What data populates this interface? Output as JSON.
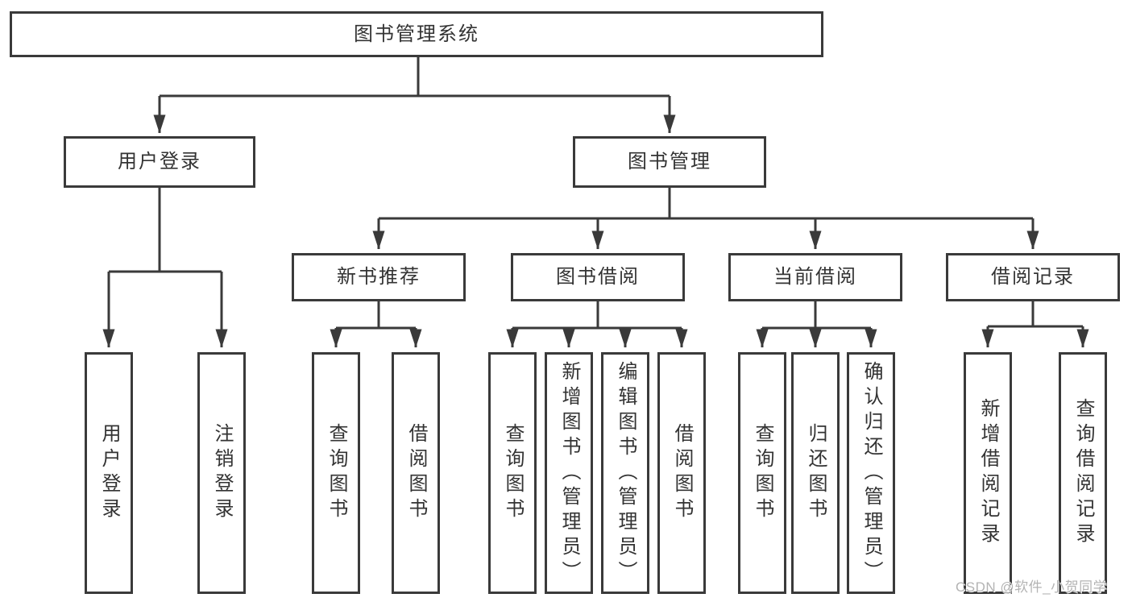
{
  "tree": {
    "label": "图书管理系统",
    "children": [
      {
        "label": "用户登录",
        "children": [
          {
            "label": "用户登录"
          },
          {
            "label": "注销登录"
          }
        ]
      },
      {
        "label": "图书管理",
        "children": [
          {
            "label": "新书推荐",
            "children": [
              {
                "label": "查询图书"
              },
              {
                "label": "借阅图书"
              }
            ]
          },
          {
            "label": "图书借阅",
            "children": [
              {
                "label": "查询图书"
              },
              {
                "label": "新增图书（管理员）"
              },
              {
                "label": "编辑图书（管理员）"
              },
              {
                "label": "借阅图书"
              }
            ]
          },
          {
            "label": "当前借阅",
            "children": [
              {
                "label": "查询图书"
              },
              {
                "label": "归还图书"
              },
              {
                "label": "确认归还（管理员）"
              }
            ]
          },
          {
            "label": "借阅记录",
            "children": [
              {
                "label": "新增借阅记录"
              },
              {
                "label": "查询借阅记录"
              }
            ]
          }
        ]
      }
    ]
  },
  "watermark": {
    "text": "CSDN @软件_小贺同学"
  },
  "colors": {
    "line": "#3a3a3a",
    "box_border": "#3a3a3a",
    "text": "#333333",
    "background": "#ffffff",
    "watermark": "#b3b3b3"
  }
}
